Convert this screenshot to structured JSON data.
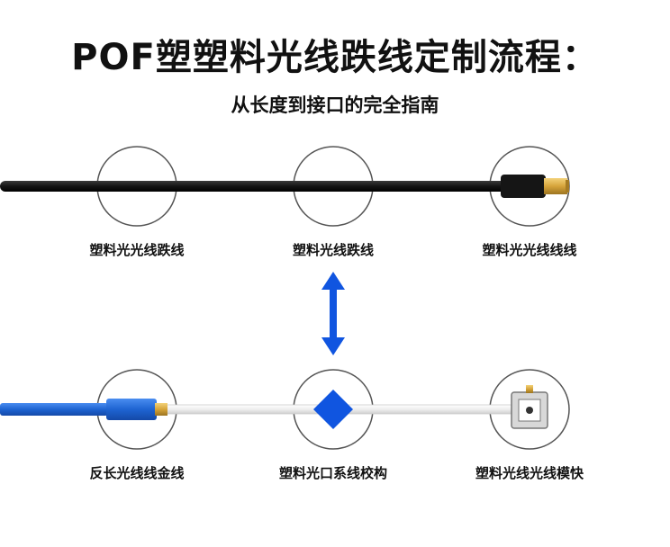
{
  "header": {
    "title": "POF塑塑料光线跌线定制流程：",
    "subtitle": "从长度到接口的完全指南"
  },
  "nodes": {
    "top_left": "塑料光光线跌线",
    "top_center": "塑料光线跌线",
    "top_right": "塑料光光线线线",
    "bottom_left": "反长光线线金线",
    "bottom_center": "塑料光口系线校构",
    "bottom_right": "塑料光线光线模快"
  },
  "colors": {
    "black_cable": "#141414",
    "blue_cable": "#1e64d2",
    "white_cable": "#f1f1f1",
    "accent_blue": "#1055e0",
    "gold": "#d6a43a",
    "circle_stroke": "#555555"
  },
  "icons": [
    "double-arrow-icon",
    "diamond-icon",
    "connector-module-icon",
    "gold-connector-icon"
  ]
}
